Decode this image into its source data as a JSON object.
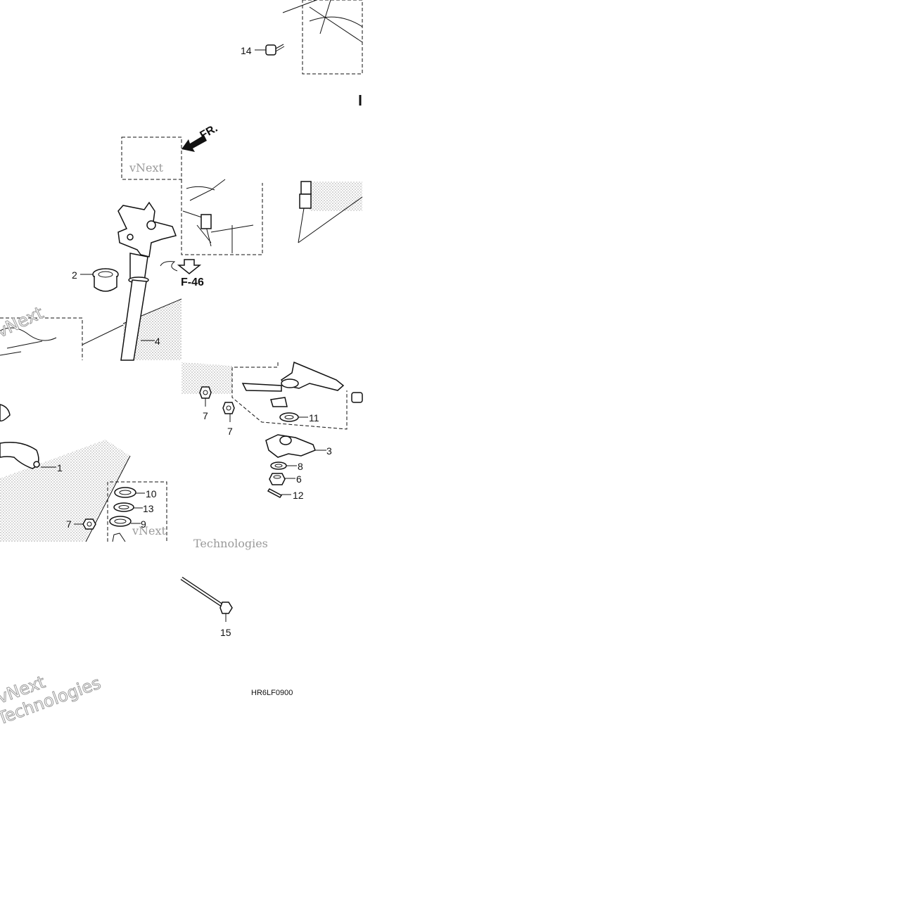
{
  "diagram_code": "HR6LF0900",
  "direction": {
    "label": "FR."
  },
  "cross_reference": "F-46",
  "watermark": {
    "line1": "vNext",
    "line2": "Technologies"
  },
  "callouts": [
    "1",
    "2",
    "3",
    "4",
    "6",
    "7",
    "7",
    "7",
    "8",
    "9",
    "10",
    "11",
    "12",
    "13",
    "14",
    "15"
  ],
  "icons": {
    "arrow": "front-direction-arrow",
    "ref_arrow": "down-arrow-icon"
  }
}
